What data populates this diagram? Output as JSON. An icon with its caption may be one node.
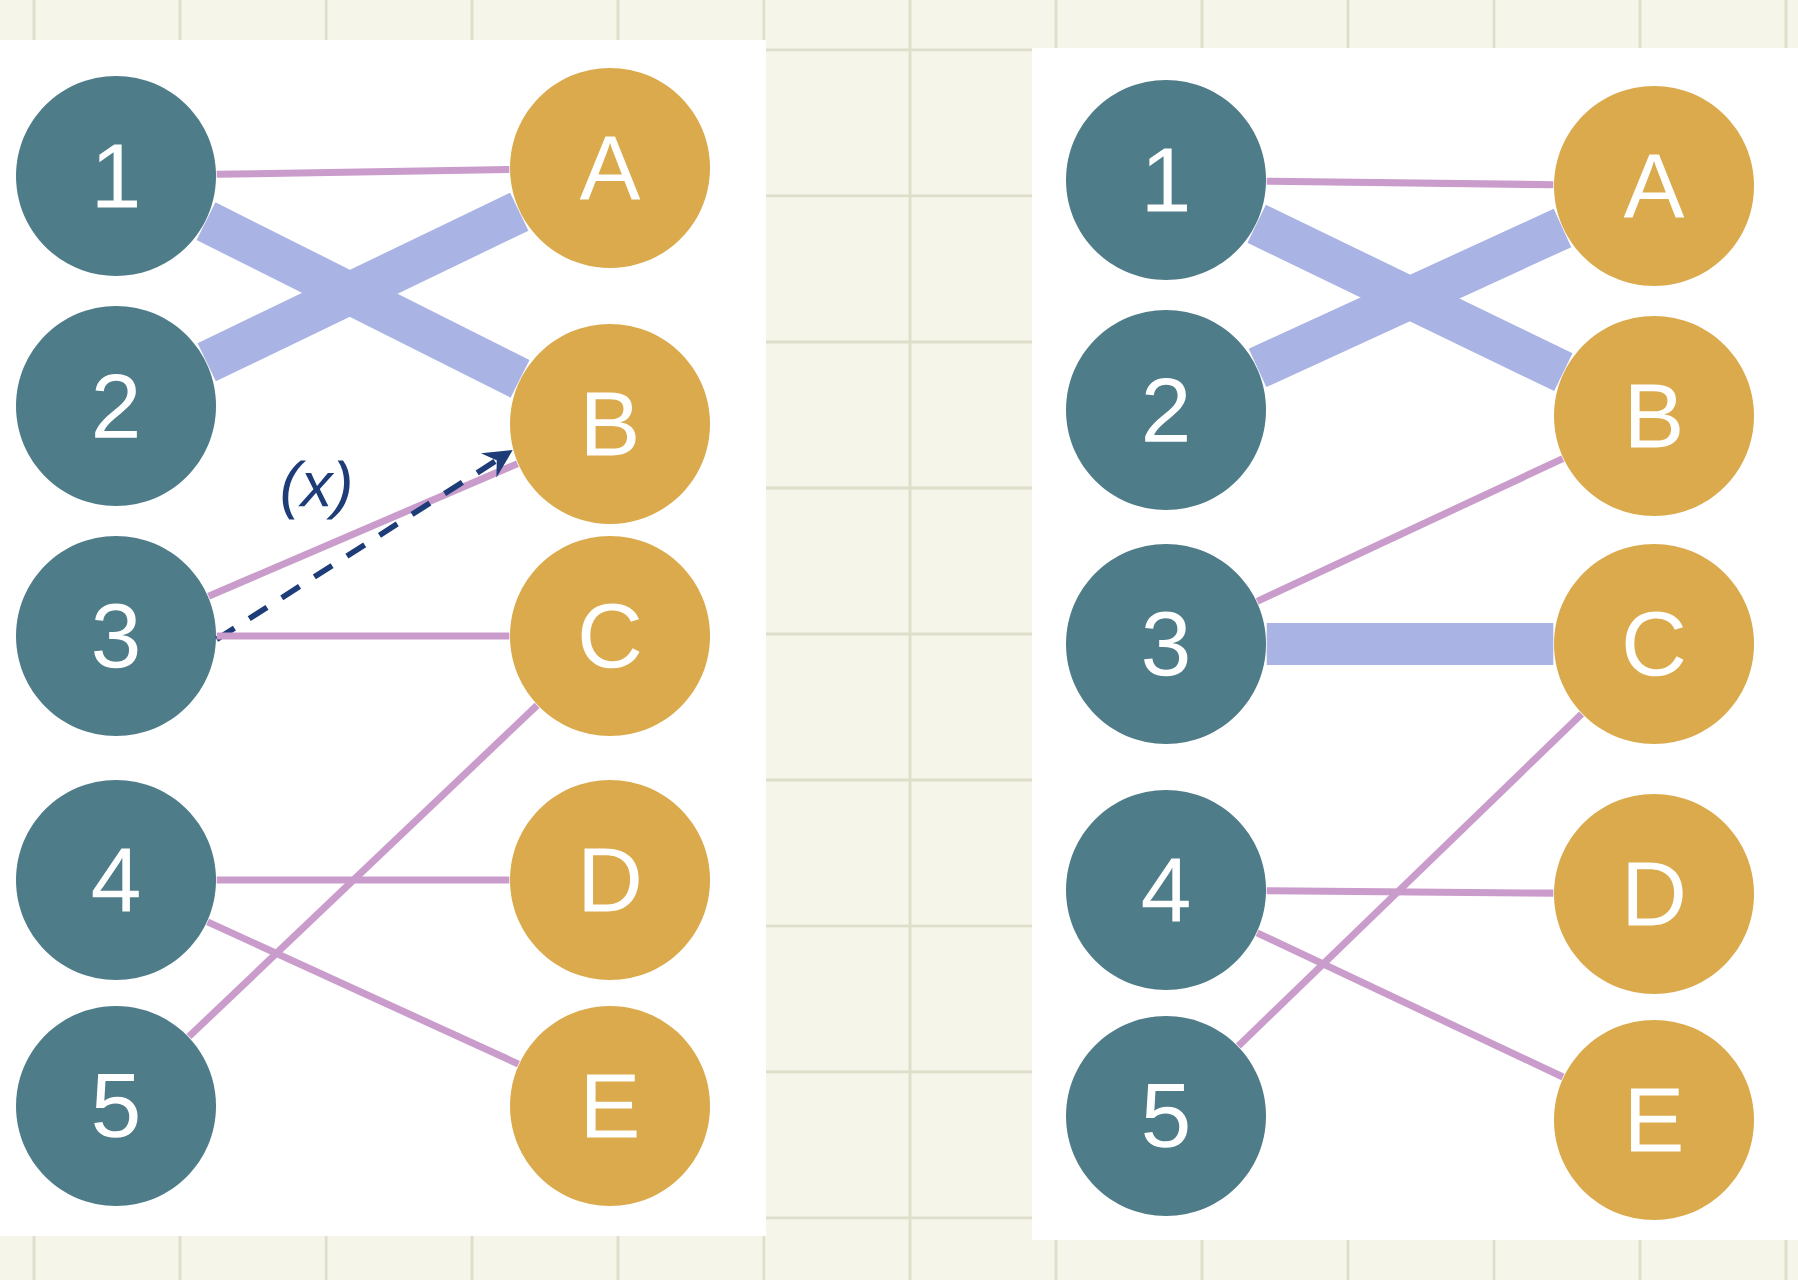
{
  "diagram": {
    "nodes": [
      {
        "text": [
          "1"
        ]
      },
      {
        "text": [
          "A"
        ]
      },
      {
        "text": [
          "2"
        ]
      },
      {
        "text": [
          "B"
        ]
      },
      {
        "text": [
          "3"
        ]
      },
      {
        "text": [
          "C"
        ]
      },
      {
        "text": [
          "4"
        ]
      },
      {
        "text": [
          "D"
        ]
      },
      {
        "text": [
          "5"
        ]
      },
      {
        "text": [
          "E"
        ]
      },
      {
        "text": [
          "1"
        ]
      },
      {
        "text": [
          "A"
        ]
      },
      {
        "text": [
          "2"
        ]
      },
      {
        "text": [
          "B"
        ]
      },
      {
        "text": [
          "3"
        ]
      },
      {
        "text": [
          "C"
        ]
      },
      {
        "text": [
          "4"
        ]
      },
      {
        "text": [
          "D"
        ]
      },
      {
        "text": [
          "5"
        ]
      },
      {
        "text": [
          "E"
        ]
      }
    ],
    "edges": [
      {
        "from": 0,
        "to": 1,
        "arrow": "none"
      },
      {
        "from": 0,
        "to": 3,
        "arrow": "none",
        "style": "thick",
        "color": "#a9b3e4"
      },
      {
        "from": 2,
        "to": 1,
        "arrow": "none",
        "style": "thick",
        "color": "#a9b3e4"
      },
      {
        "from": 4,
        "to": 3,
        "arrow": "none"
      },
      {
        "from": 4,
        "to": 3,
        "arrow": "to",
        "style": "dashed",
        "color": "#1e3c78",
        "label": "(x)"
      },
      {
        "from": 4,
        "to": 5,
        "arrow": "none"
      },
      {
        "from": 6,
        "to": 7,
        "arrow": "none"
      },
      {
        "from": 6,
        "to": 9,
        "arrow": "none"
      },
      {
        "from": 8,
        "to": 5,
        "arrow": "none"
      },
      {
        "from": 10,
        "to": 11,
        "arrow": "none"
      },
      {
        "from": 10,
        "to": 13,
        "arrow": "none",
        "style": "thick",
        "color": "#a9b3e4"
      },
      {
        "from": 12,
        "to": 11,
        "arrow": "none",
        "style": "thick",
        "color": "#a9b3e4"
      },
      {
        "from": 14,
        "to": 13,
        "arrow": "none"
      },
      {
        "from": 14,
        "to": 15,
        "arrow": "none",
        "style": "thick",
        "color": "#a9b3e4"
      },
      {
        "from": 16,
        "to": 17,
        "arrow": "none"
      },
      {
        "from": 16,
        "to": 19,
        "arrow": "none"
      },
      {
        "from": 18,
        "to": 15,
        "arrow": "none"
      }
    ]
  }
}
